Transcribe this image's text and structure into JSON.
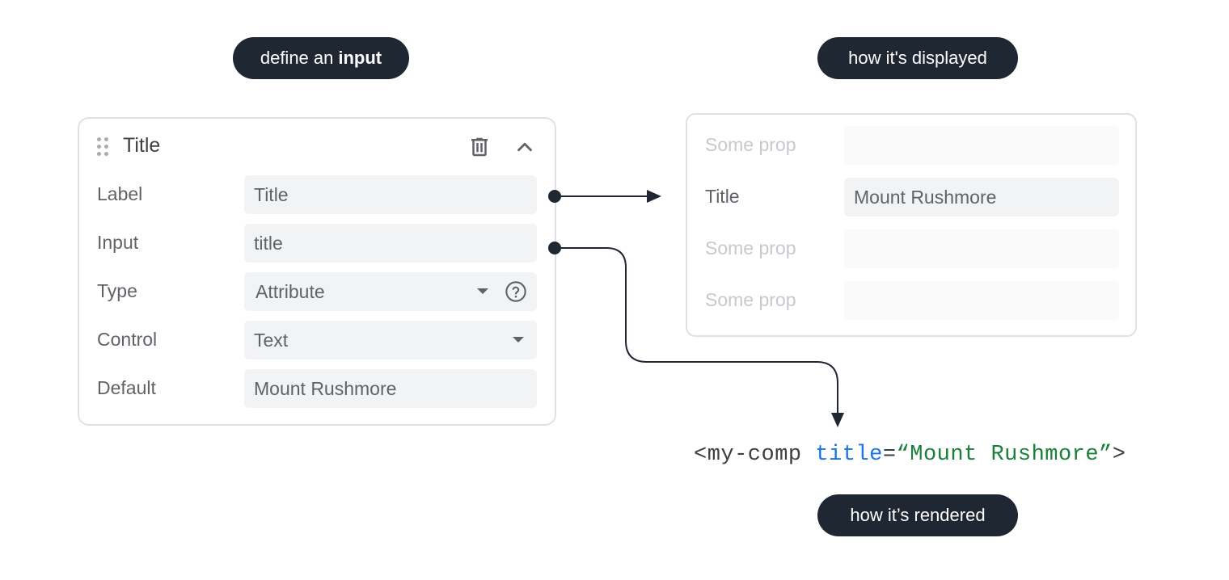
{
  "pills": {
    "define_prefix": "define an",
    "define_bold": "input",
    "displayed": "how it's displayed",
    "rendered": "how it’s rendered"
  },
  "editor": {
    "title": "Title",
    "icons": {
      "drag": "drag-handle-icon",
      "delete": "trash-icon",
      "collapse": "chevron-up-icon",
      "help": "help-circle-icon"
    },
    "fields": [
      {
        "label": "Label",
        "value": "Title"
      },
      {
        "label": "Input",
        "value": "title"
      },
      {
        "label": "Type",
        "value": "Attribute"
      },
      {
        "label": "Control",
        "value": "Text"
      },
      {
        "label": "Default",
        "value": "Mount Rushmore"
      }
    ]
  },
  "display": {
    "rows": [
      {
        "label": "Some prop",
        "value": ""
      },
      {
        "label": "Title",
        "value": "Mount Rushmore"
      },
      {
        "label": "Some prop",
        "value": ""
      },
      {
        "label": "Some prop",
        "value": ""
      }
    ]
  },
  "code": {
    "open": "<my-comp ",
    "attr": "title",
    "eq": "=",
    "value": "“Mount Rushmore”",
    "close": ">"
  },
  "colors": {
    "pill_bg": "#1f2733",
    "attr": "#1a73e8",
    "value": "#188038",
    "connector": "#1f2733"
  }
}
